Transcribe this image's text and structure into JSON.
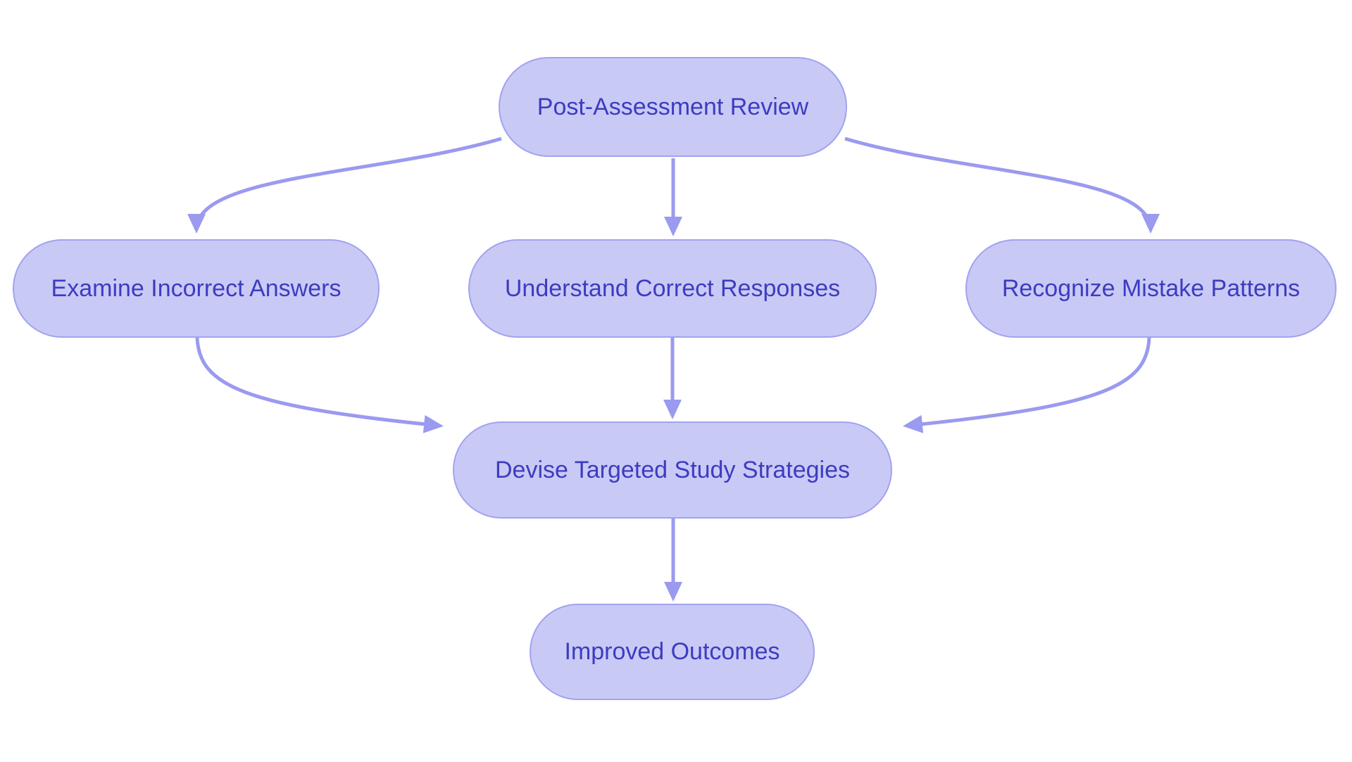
{
  "diagram": {
    "type": "flowchart",
    "background_color": "#ffffff",
    "colors": {
      "node_fill": "#c9c9f6",
      "node_border": "#a2a2f0",
      "arrow": "#9a9af0",
      "text": "#3c3cc0"
    },
    "nodes": [
      {
        "id": "review",
        "label": "Post-Assessment Review"
      },
      {
        "id": "examine",
        "label": "Examine Incorrect Answers"
      },
      {
        "id": "understand",
        "label": "Understand Correct Responses"
      },
      {
        "id": "recognize",
        "label": "Recognize Mistake Patterns"
      },
      {
        "id": "devise",
        "label": "Devise Targeted Study Strategies"
      },
      {
        "id": "outcomes",
        "label": "Improved Outcomes"
      }
    ],
    "edges": [
      {
        "from": "review",
        "to": "examine"
      },
      {
        "from": "review",
        "to": "understand"
      },
      {
        "from": "review",
        "to": "recognize"
      },
      {
        "from": "examine",
        "to": "devise"
      },
      {
        "from": "understand",
        "to": "devise"
      },
      {
        "from": "recognize",
        "to": "devise"
      },
      {
        "from": "devise",
        "to": "outcomes"
      }
    ]
  }
}
